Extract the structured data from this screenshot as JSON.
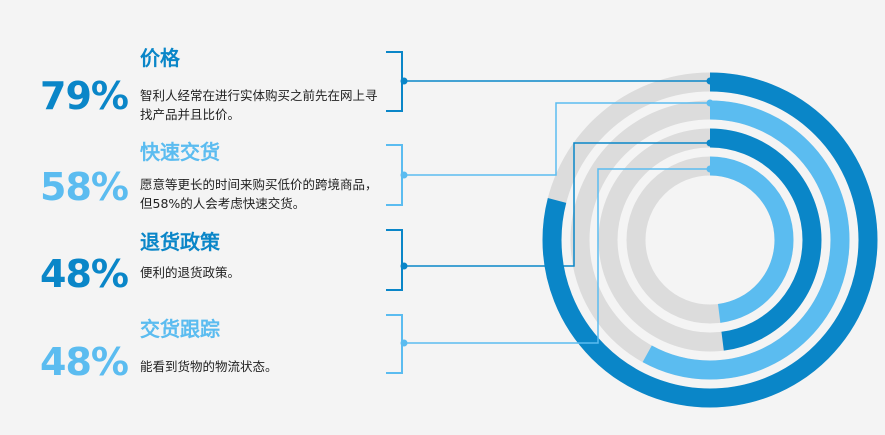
{
  "chart_data": {
    "type": "radial-bar",
    "items": [
      {
        "title": "价格",
        "percent_label": "79%",
        "value": 79,
        "description": "智利人经常在进行实体购买之前先在网上寻找产品并且比价。",
        "color": "#0a86c8"
      },
      {
        "title": "快速交货",
        "percent_label": "58%",
        "value": 58,
        "description": "愿意等更长的时间来购买低价的跨境商品，但58%的人会考虑快速交货。",
        "color": "#5bbcf0"
      },
      {
        "title": "退货政策",
        "percent_label": "48%",
        "value": 48,
        "description": "便利的退货政策。",
        "color": "#0a86c8"
      },
      {
        "title": "交货跟踪",
        "percent_label": "48%",
        "value": 48,
        "description": "能看到货物的物流状态。",
        "color": "#5bbcf0"
      }
    ],
    "track_color": "#dcdcdc"
  }
}
